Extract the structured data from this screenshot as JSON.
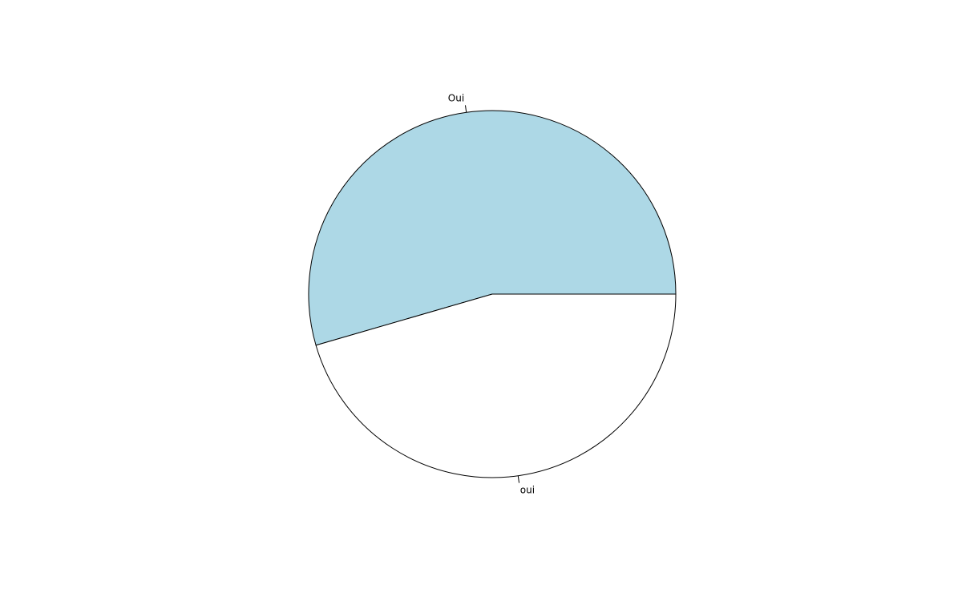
{
  "chart_data": {
    "type": "pie",
    "title": "",
    "categories": [
      "Oui",
      "oui"
    ],
    "values": [
      54.5,
      45.5
    ],
    "colors": [
      "#add8e6",
      "#ffffff"
    ],
    "border_color": "#000000",
    "start_angle_deg": 0,
    "direction": "counterclockwise",
    "legend": "none",
    "labels_style": "outside-with-ticks"
  }
}
